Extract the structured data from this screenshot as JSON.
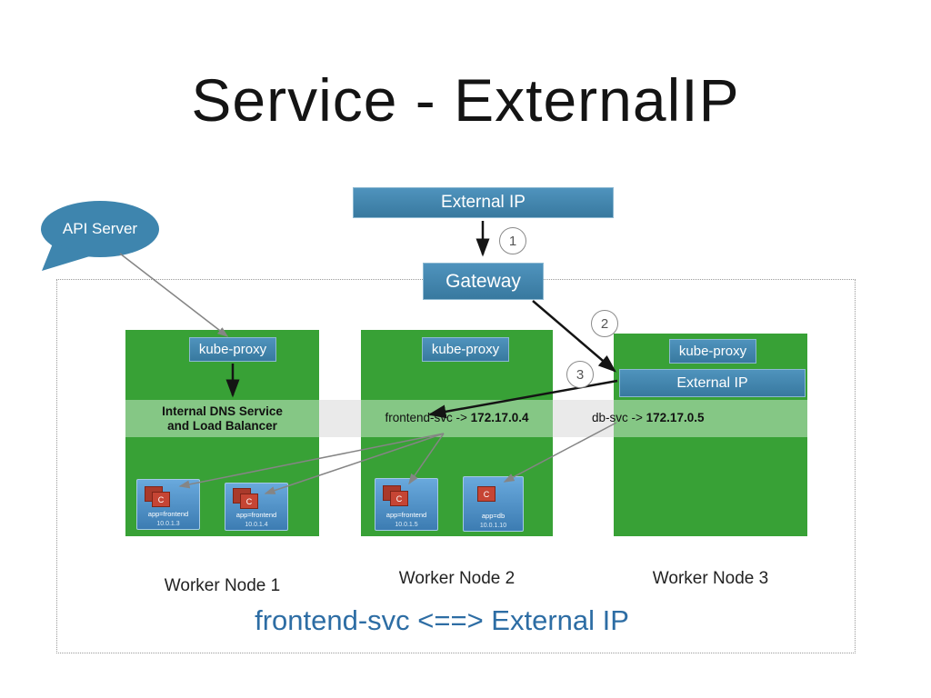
{
  "title": "Service - ExternalIP",
  "api_server": "API Server",
  "external_ip_box": "External IP",
  "gateway": "Gateway",
  "badges": {
    "b1": "1",
    "b2": "2",
    "b3": "3"
  },
  "nodes": [
    {
      "name": "Worker Node 1",
      "kube_proxy": "kube-proxy",
      "dns_line1": "Internal DNS Service",
      "dns_line2": "and Load Balancer",
      "pods": [
        {
          "container": "C",
          "app": "app=frontend",
          "ip": "10.0.1.3"
        },
        {
          "container": "C",
          "app": "app=frontend",
          "ip": "10.0.1.4"
        }
      ]
    },
    {
      "name": "Worker Node 2",
      "kube_proxy": "kube-proxy",
      "service_map": "frontend-svc -> ",
      "service_ip": "172.17.0.4",
      "pods": [
        {
          "container": "C",
          "app": "app=frontend",
          "ip": "10.0.1.5"
        },
        {
          "container": "C",
          "app": "app=db",
          "ip": "10.0.1.10"
        }
      ]
    },
    {
      "name": "Worker Node 3",
      "kube_proxy": "kube-proxy",
      "external_ip": "External IP",
      "service_map": "db-svc -> ",
      "service_ip": "172.17.0.5"
    }
  ],
  "caption": "frontend-svc <==> External IP",
  "colors": {
    "box_blue": "#3e85ae",
    "node_green": "#38a136",
    "band_green": "#85c785",
    "container_red": "#c64534",
    "caption_blue": "#2d6da4"
  }
}
